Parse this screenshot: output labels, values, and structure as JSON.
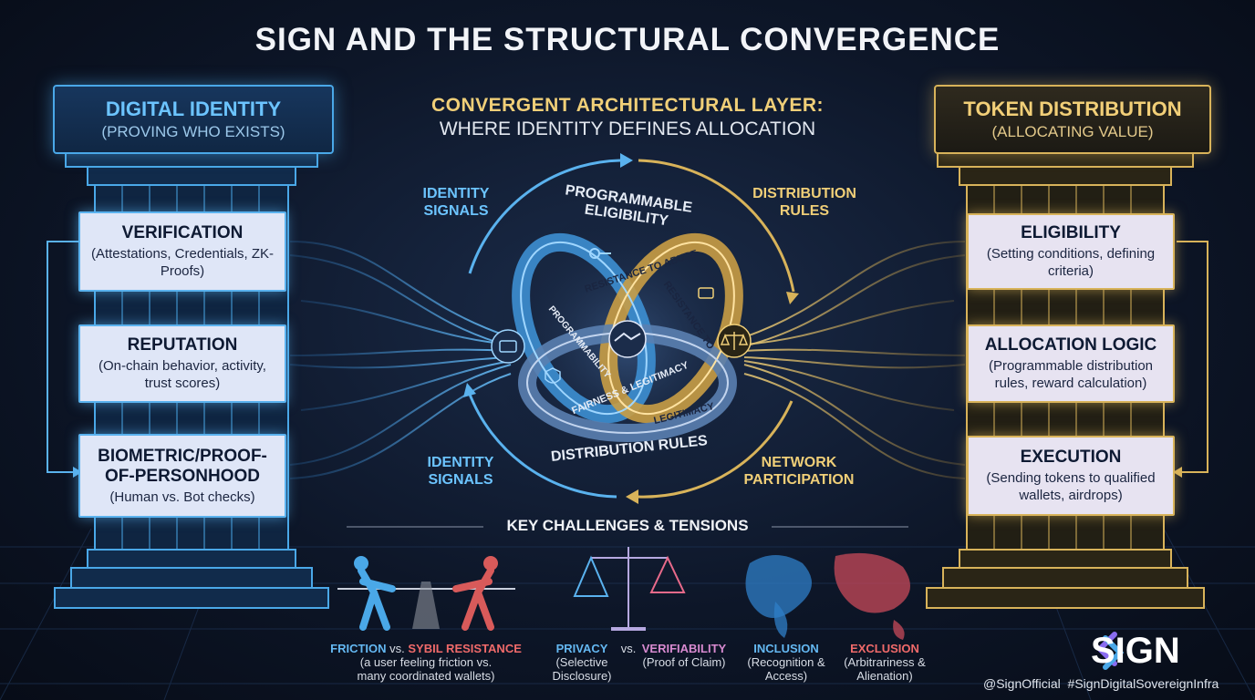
{
  "title": "SIGN AND THE STRUCTURAL CONVERGENCE",
  "left_pillar": {
    "title": "DIGITAL IDENTITY",
    "subtitle": "(PROVING WHO EXISTS)",
    "cards": [
      {
        "title": "VERIFICATION",
        "desc": "(Attestations, Credentials, ZK-Proofs)"
      },
      {
        "title": "REPUTATION",
        "desc": "(On-chain behavior, activity, trust scores)"
      },
      {
        "title": "BIOMETRIC/PROOF-OF-PERSONHOOD",
        "desc": "(Human vs. Bot checks)"
      }
    ]
  },
  "right_pillar": {
    "title": "TOKEN DISTRIBUTION",
    "subtitle": "(ALLOCATING VALUE)",
    "cards": [
      {
        "title": "ELIGIBILITY",
        "desc": "(Setting conditions, defining criteria)"
      },
      {
        "title": "ALLOCATION LOGIC",
        "desc": "(Programmable distribution rules, reward calculation)"
      },
      {
        "title": "EXECUTION",
        "desc": "(Sending tokens to qualified wallets, airdrops)"
      }
    ]
  },
  "center": {
    "title_line1": "CONVERGENT ARCHITECTURAL LAYER:",
    "title_line2": "WHERE IDENTITY DEFINES ALLOCATION",
    "flow_labels": {
      "top_left": "IDENTITY SIGNALS",
      "top_right": "DISTRIBUTION RULES",
      "bottom_left": "IDENTITY SIGNALS",
      "bottom_right": "NETWORK PARTICIPATION"
    },
    "arc_labels": {
      "top": "PROGRAMMABLE ELIGIBILITY",
      "bottom": "DISTRIBUTION RULES"
    },
    "knot_labels": {
      "band1": "RESISTANCE TO ABUSE",
      "band2": "RESISTANCE TO",
      "band3": "PROGRAMMABILITY",
      "band4": "FAIRNESS & LEGITIMACY",
      "band5": "LEGITIMACY"
    }
  },
  "challenges": {
    "title": "KEY CHALLENGES & TENSIONS",
    "items": [
      {
        "left": "FRICTION",
        "connector": "vs.",
        "right": "SYBIL RESISTANCE",
        "note": "(a user feeling friction vs. many coordinated wallets)"
      },
      {
        "left": "PRIVACY",
        "left_note": "(Selective Disclosure)",
        "connector": "vs.",
        "right": "VERIFIABILITY",
        "right_note": "(Proof of Claim)"
      },
      {
        "left": "INCLUSION",
        "left_note": "(Recognition & Access)",
        "right": "EXCLUSION",
        "right_note": "(Arbitrariness & Alienation)"
      }
    ]
  },
  "brand": {
    "name": "SIGN",
    "handle": "@SignOfficial  #SignDigitalSovereignInfra"
  },
  "colors": {
    "identity_blue": "#4aa8e8",
    "distribution_gold": "#d8b35a",
    "background": "#0d1628",
    "exclusion_red": "#f06a6a"
  }
}
